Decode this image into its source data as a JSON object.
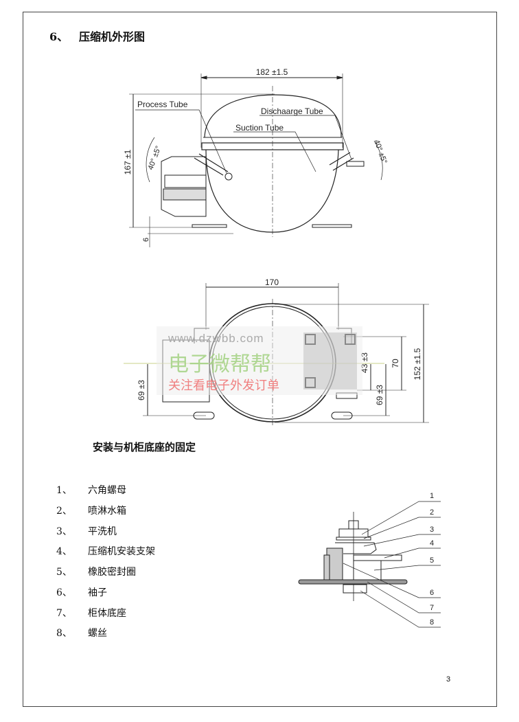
{
  "section": {
    "number": "6、",
    "title": "压缩机外形图"
  },
  "side_view": {
    "width_dim": "182 ±1.5",
    "height_dim": "167 ±1",
    "foot_dim": "6",
    "angle_left": "40° ±5°",
    "angle_right": "40° ±5°",
    "process_tube": "Process Tube",
    "discharge_tube": "Dischaarge Tube",
    "suction_tube": "Suction Tube"
  },
  "top_view": {
    "width_dim": "170",
    "height_dim": "152 ±1.5",
    "dim_70": "70",
    "dim_43": "43 ±3",
    "dim_69_right": "69 ±3",
    "dim_69_left": "69 ±3"
  },
  "watermark": {
    "url": "www.dzwbb.com",
    "brand": "电子微帮帮",
    "slogan": "关注看电子外发订单"
  },
  "mounting": {
    "title": "安装与机柜底座的固定",
    "items": [
      {
        "num": "1、",
        "label": "六角螺母"
      },
      {
        "num": "2、",
        "label": "喷淋水箱"
      },
      {
        "num": "3、",
        "label": "平洗机"
      },
      {
        "num": "4、",
        "label": "压缩机安装支架"
      },
      {
        "num": "5、",
        "label": "橡胶密封圈"
      },
      {
        "num": "6、",
        "label": "袖子"
      },
      {
        "num": "7、",
        "label": "柜体底座"
      },
      {
        "num": "8、",
        "label": "螺丝"
      }
    ],
    "callouts": [
      "1",
      "2",
      "3",
      "4",
      "5",
      "6",
      "7",
      "8"
    ]
  },
  "page_number": "3"
}
